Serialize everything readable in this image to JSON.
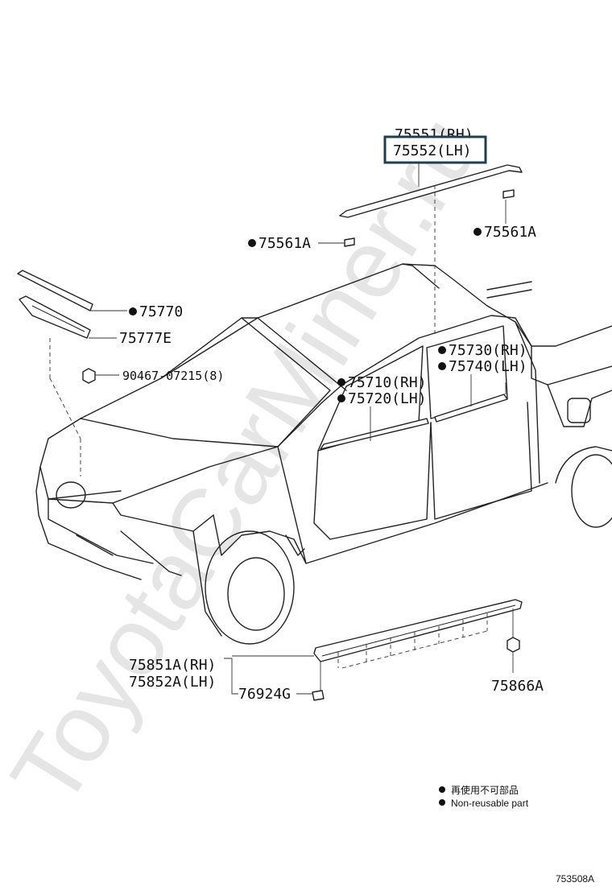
{
  "watermark": "ToyotaCarMiner.ru",
  "parts": {
    "p75551": "75551(RH)",
    "p75552": "75552(LH)",
    "p75561a_left": "75561A",
    "p75561a_right": "75561A",
    "p75770": "75770",
    "p75777e": "75777E",
    "p90467": "90467-07215(8)",
    "p75730": "75730(RH)",
    "p75740": "75740(LH)",
    "p75710": "75710(RH)",
    "p75720": "75720(LH)",
    "p75851a": "75851A(RH)",
    "p75852a": "75852A(LH)",
    "p76924g": "76924G",
    "p75866a": "75866A"
  },
  "legend": {
    "line_jp": "再使用不可部品",
    "line_en": "Non-reusable part"
  },
  "diagram_ref": "753508A",
  "colors": {
    "highlight_box": "#1f3f4f",
    "line": "#222222",
    "watermark": "#d0d0d0"
  }
}
